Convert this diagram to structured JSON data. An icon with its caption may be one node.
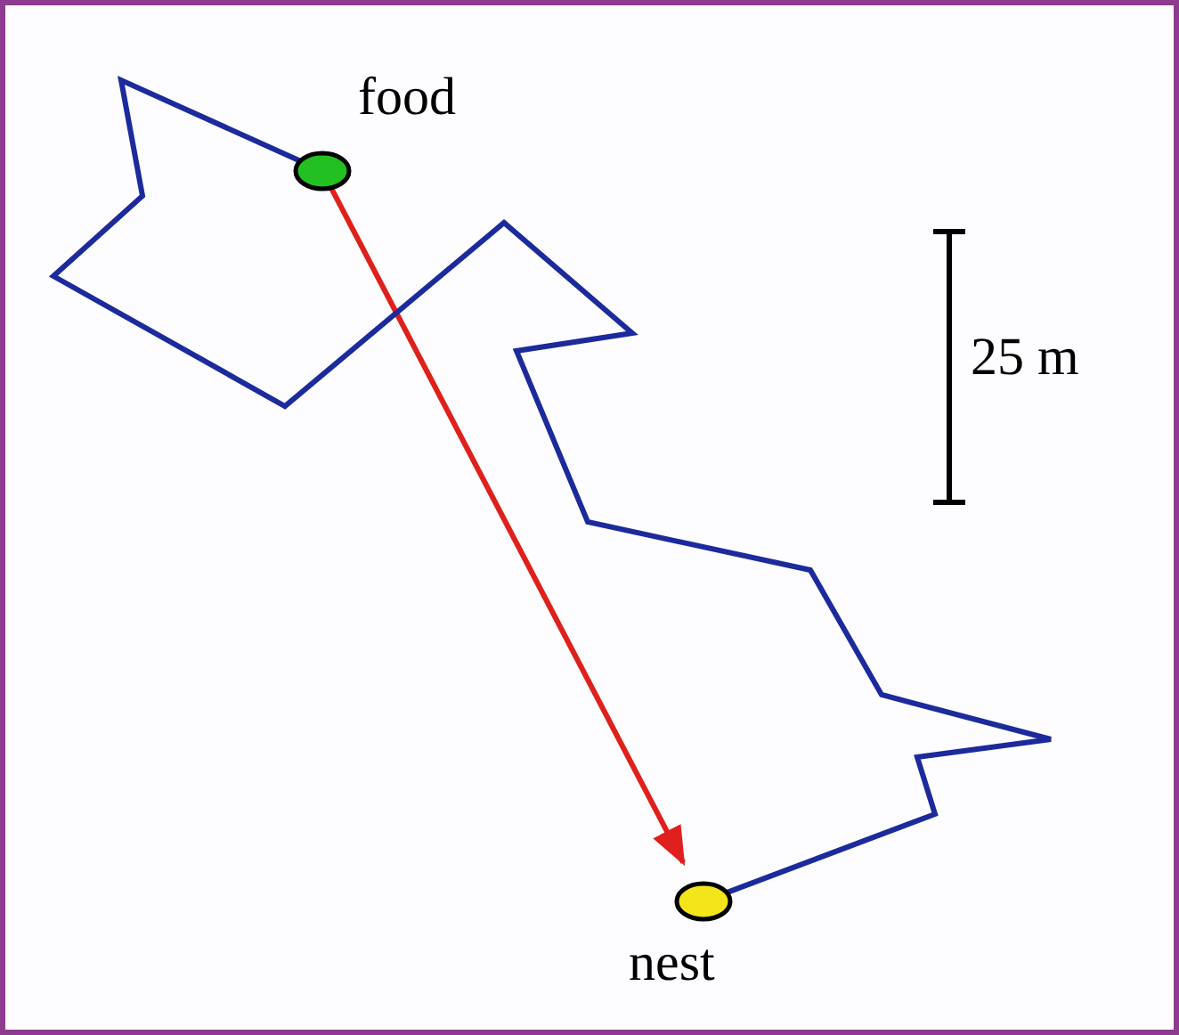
{
  "diagram": {
    "nodes": [
      {
        "text": [
          "food"
        ]
      },
      {
        "text": [
          "nest"
        ]
      }
    ],
    "edges": [
      {
        "from": 0,
        "to": 1,
        "arrow": "to",
        "color": "#e0201c"
      },
      {
        "from": 1,
        "to": 0,
        "arrow": "none",
        "color": "#1c2a9c"
      }
    ],
    "labels": [
      "25 m"
    ]
  }
}
